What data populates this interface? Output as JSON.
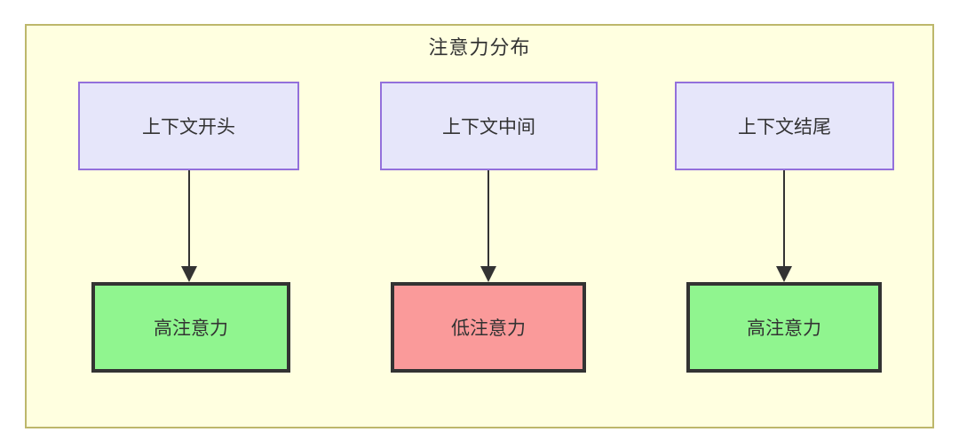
{
  "diagram": {
    "title": "注意力分布",
    "background_color": "#ffffe0",
    "border_color": "#bdb76b",
    "source_nodes": [
      {
        "id": "ctx-start",
        "label": "上下文开头",
        "fill": "#e6e6fa",
        "stroke": "#9370db"
      },
      {
        "id": "ctx-middle",
        "label": "上下文中间",
        "fill": "#e6e6fa",
        "stroke": "#9370db"
      },
      {
        "id": "ctx-end",
        "label": "上下文结尾",
        "fill": "#e6e6fa",
        "stroke": "#9370db"
      }
    ],
    "result_nodes": [
      {
        "id": "attn-1",
        "label": "高注意力",
        "fill": "#90f58f",
        "stroke": "#333333"
      },
      {
        "id": "attn-2",
        "label": "低注意力",
        "fill": "#fa9a9a",
        "stroke": "#333333"
      },
      {
        "id": "attn-3",
        "label": "高注意力",
        "fill": "#90f58f",
        "stroke": "#333333"
      }
    ],
    "edges": [
      {
        "id": "edge-1",
        "from": "ctx-start",
        "to": "attn-1",
        "arrow": "down-arrow"
      },
      {
        "id": "edge-2",
        "from": "ctx-middle",
        "to": "attn-2",
        "arrow": "down-arrow"
      },
      {
        "id": "edge-3",
        "from": "ctx-end",
        "to": "attn-3",
        "arrow": "down-arrow"
      }
    ]
  }
}
